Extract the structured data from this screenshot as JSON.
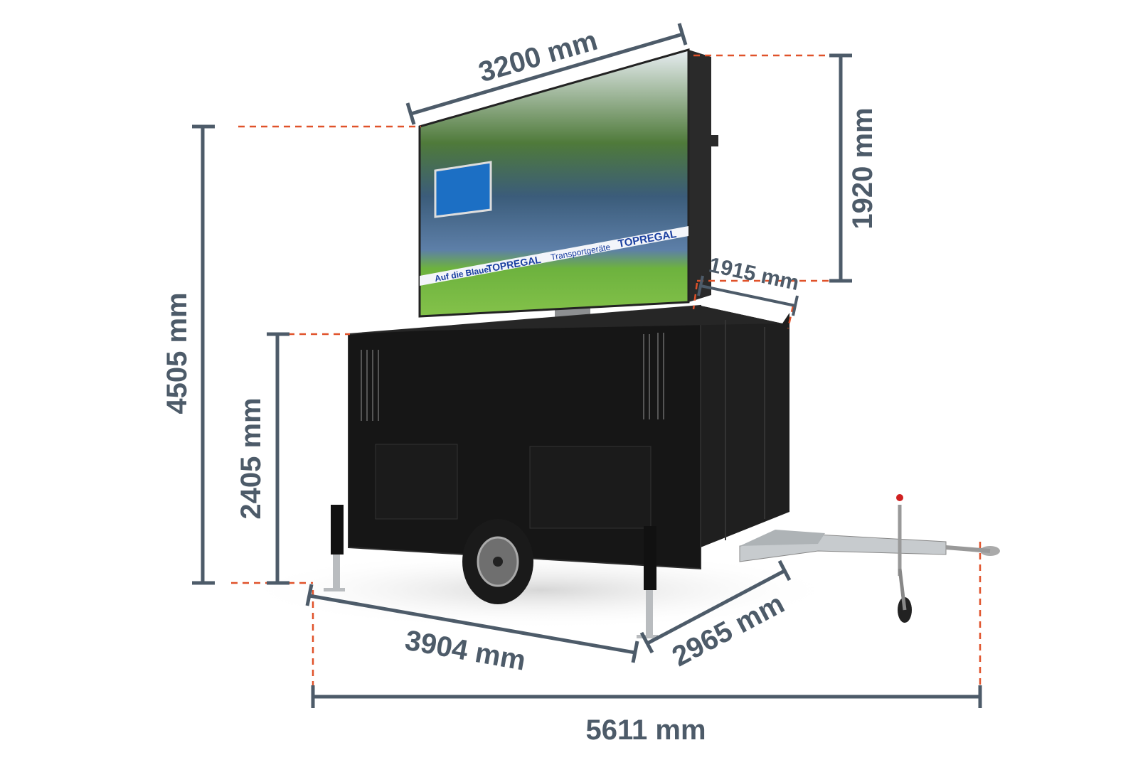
{
  "dimensions": {
    "screen_width": "3200 mm",
    "screen_height": "1920 mm",
    "screen_depth": "1915 mm",
    "total_height": "4505 mm",
    "body_height": "2405 mm",
    "body_length": "3904 mm",
    "body_width": "2965 mm",
    "total_length": "5611 mm"
  },
  "screen_content": {
    "banner_1": "Auf die Blaue!",
    "banner_2": "TOPREGAL",
    "banner_3": "Transportgeräte",
    "banner_4": "TOPREGAL"
  },
  "colors": {
    "dimension_line": "#4d5b69",
    "extension_line": "#e0522a",
    "trailer_body": "#161616"
  }
}
